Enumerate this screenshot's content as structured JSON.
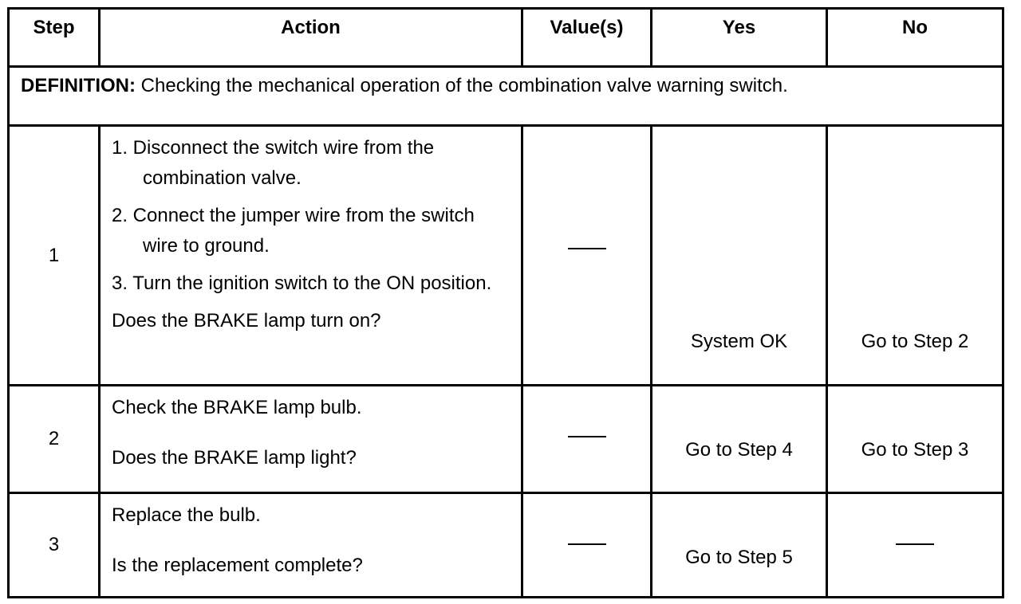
{
  "table": {
    "headers": {
      "step": "Step",
      "action": "Action",
      "values": "Value(s)",
      "yes": "Yes",
      "no": "No"
    },
    "definition": {
      "term": "DEFINITION:",
      "text": " Checking the mechanical operation of the combination valve warning switch."
    },
    "rows": [
      {
        "step": "1",
        "actions": [
          "1. Disconnect the switch wire from the combination valve.",
          "2. Connect the jumper wire from the switch wire to ground.",
          "3. Turn the ignition switch to the ON position."
        ],
        "question": "Does the BRAKE lamp turn on?",
        "value": "—",
        "yes": "System OK",
        "no": "Go to Step 2"
      },
      {
        "step": "2",
        "lines": [
          "Check the BRAKE lamp bulb.",
          "Does the BRAKE lamp light?"
        ],
        "value": "—",
        "yes": "Go to Step 4",
        "no": "Go to Step 3"
      },
      {
        "step": "3",
        "lines": [
          "Replace the bulb.",
          "Is the replacement complete?"
        ],
        "value": "—",
        "yes": "Go to Step 5",
        "no": "—"
      }
    ]
  }
}
